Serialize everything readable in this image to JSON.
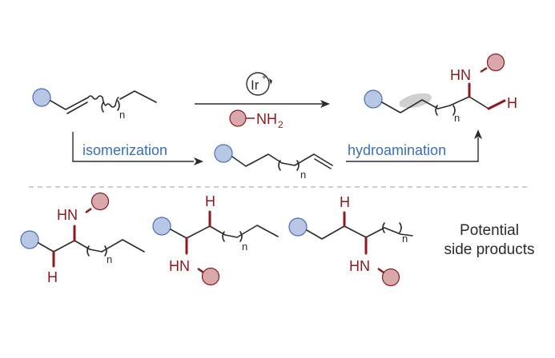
{
  "colors": {
    "bond": "#2b2b2b",
    "amine_red": "#8b1a1f",
    "label_blue": "#3a6fb5",
    "blue_fill": "#b9c7e6",
    "blue_stroke": "#4a6fb5",
    "red_fill": "#d9a8aa",
    "red_stroke": "#8b1a1f",
    "highlight": "#cfcfcf",
    "divider": "#b0b0b0"
  },
  "reaction": {
    "catalyst": "Ir",
    "catalyst_charge": "+",
    "reagent": "NH",
    "reagent_subscript": "2",
    "repeat_index": "n"
  },
  "steps": {
    "isomerization": "isomerization",
    "hydroamination": "hydroamination"
  },
  "product": {
    "amine_label": "HN",
    "hydrogen_label": "H"
  },
  "side_products": {
    "title_line1": "Potential",
    "title_line2": "side products",
    "amine_label": "HN",
    "hydrogen_label": "H"
  }
}
